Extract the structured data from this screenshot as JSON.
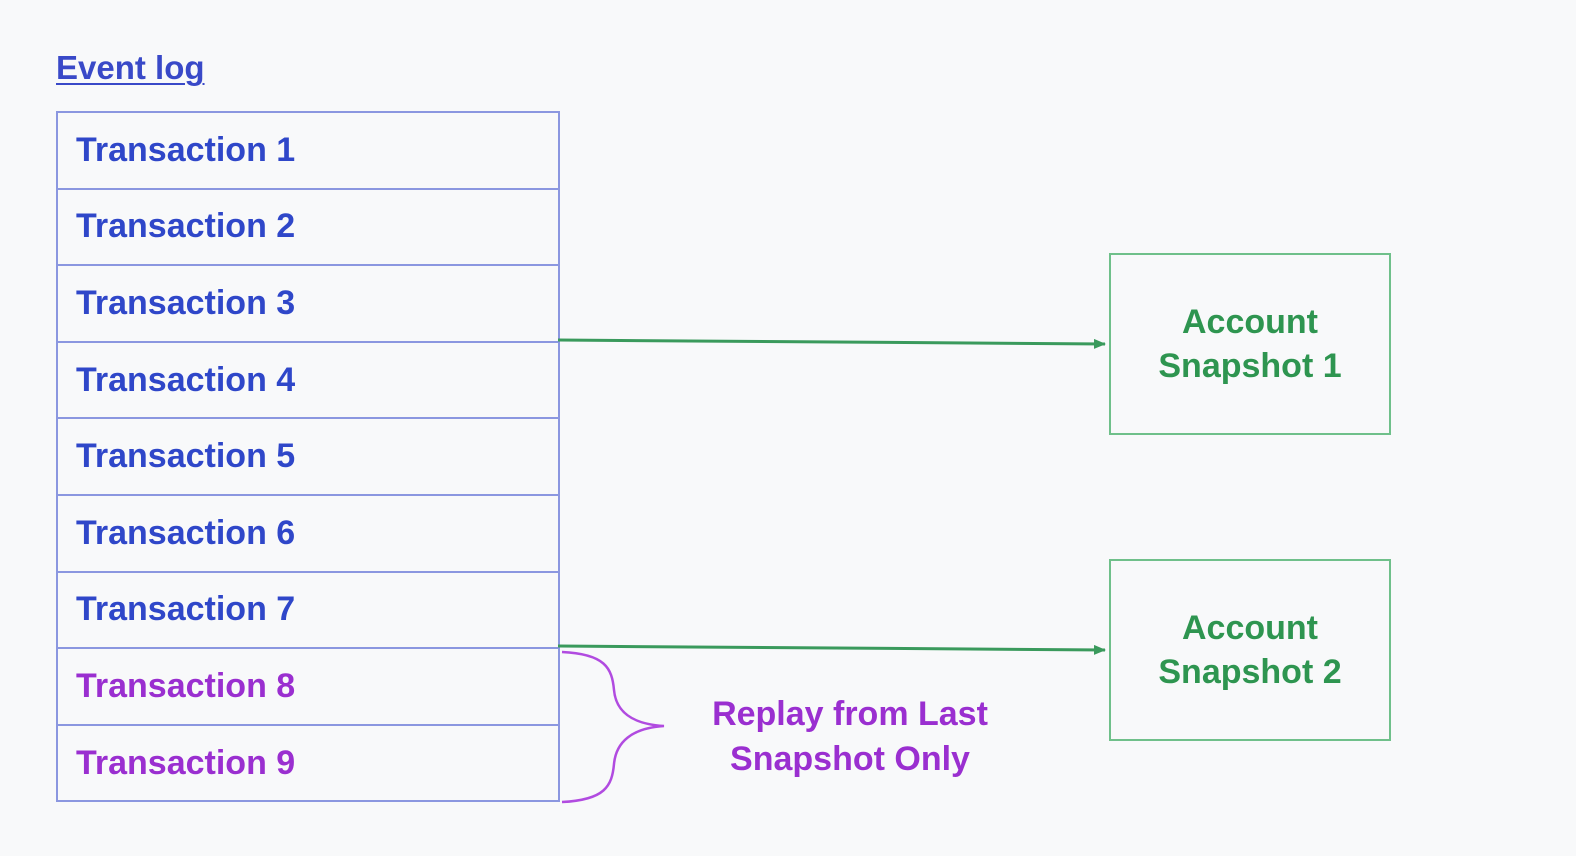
{
  "title": "Event log",
  "transactions": [
    {
      "label": "Transaction 1",
      "replay": false
    },
    {
      "label": "Transaction 2",
      "replay": false
    },
    {
      "label": "Transaction 3",
      "replay": false
    },
    {
      "label": "Transaction 4",
      "replay": false
    },
    {
      "label": "Transaction 5",
      "replay": false
    },
    {
      "label": "Transaction 6",
      "replay": false
    },
    {
      "label": "Transaction 7",
      "replay": false
    },
    {
      "label": "Transaction 8",
      "replay": true
    },
    {
      "label": "Transaction 9",
      "replay": true
    }
  ],
  "snapshots": [
    {
      "line1": "Account",
      "line2": "Snapshot 1",
      "after_transaction": 3
    },
    {
      "line1": "Account",
      "line2": "Snapshot 2",
      "after_transaction": 7
    }
  ],
  "replay_note": {
    "line1": "Replay from Last",
    "line2": "Snapshot Only"
  },
  "colors": {
    "log_text": "#2f47c9",
    "log_border": "#8b97e0",
    "snapshot": "#2e9550",
    "snapshot_border": "#6fc08a",
    "arrow": "#3a9a5c",
    "replay": "#9a2fd0",
    "background": "#f8f9fa"
  }
}
